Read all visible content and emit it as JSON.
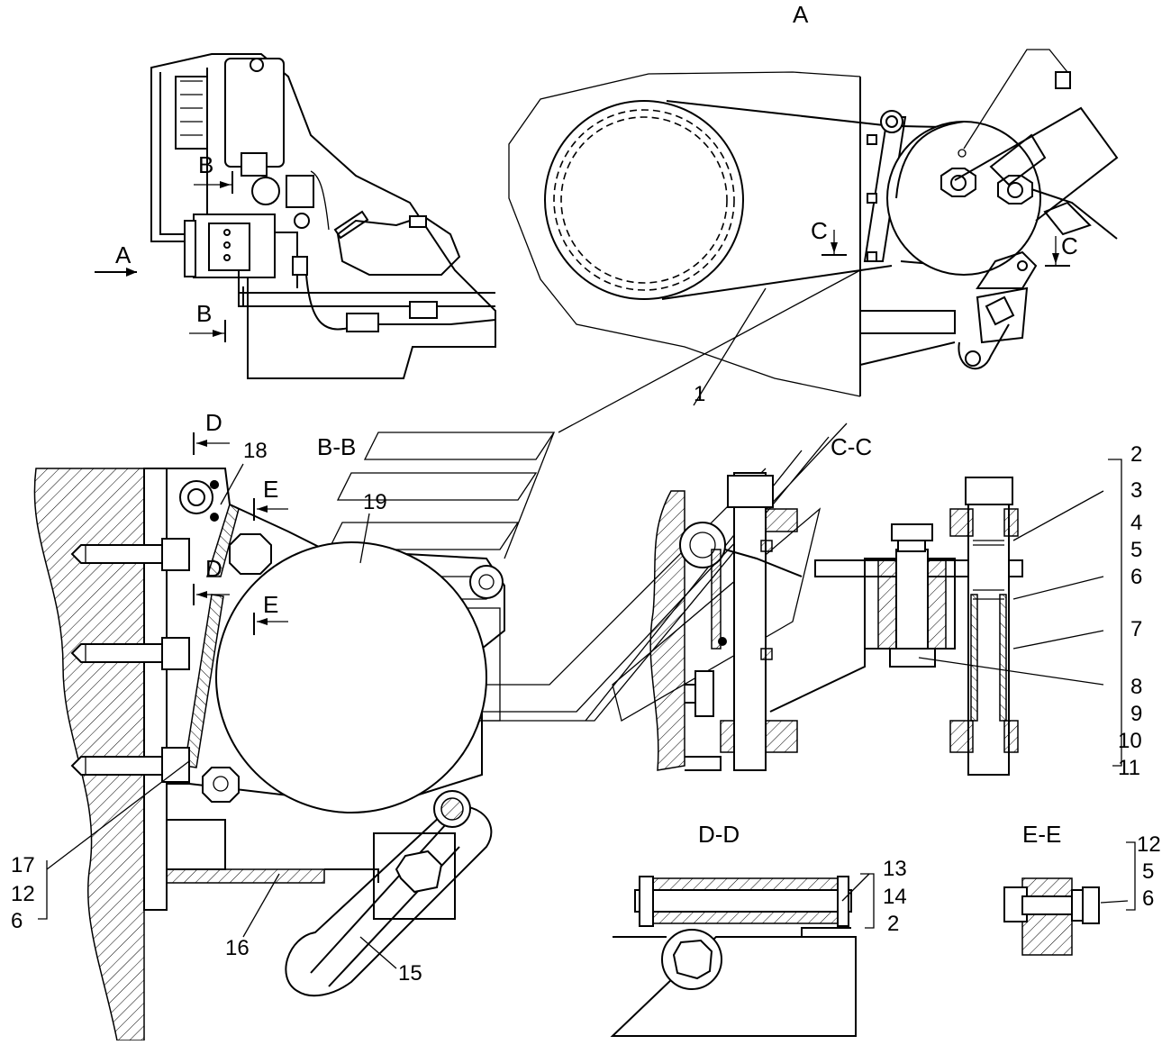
{
  "views": {
    "view_a": "A",
    "bb": "B-B",
    "cc": "C-C",
    "dd": "D-D",
    "ee": "E-E"
  },
  "section_marks": {
    "a": "A",
    "b": "B",
    "c": "C",
    "d": "D",
    "e": "E"
  },
  "callouts": [
    "1",
    "2",
    "3",
    "4",
    "5",
    "6",
    "7",
    "8",
    "9",
    "10",
    "11",
    "12",
    "13",
    "14",
    "15",
    "16",
    "17",
    "18",
    "19"
  ]
}
